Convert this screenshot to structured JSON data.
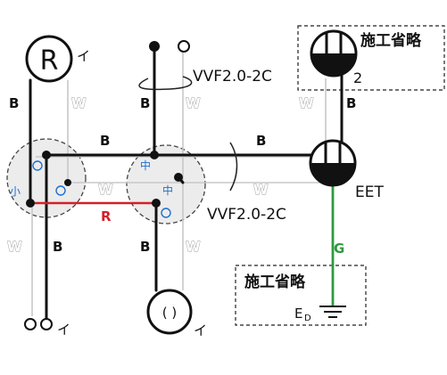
{
  "labels": {
    "lamp_symbol": "R",
    "lamp_switch_id": "イ",
    "top_cable": "VVF2.0-2C",
    "mid_cable": "VVF2.0-2C",
    "fixture_count": "2",
    "fixture_type": "EET",
    "omit_top": "施工省略",
    "omit_bottom": "施工省略",
    "ground_label": "G",
    "ground_symbol": "E",
    "ground_subscript": "D",
    "switch_id": "イ",
    "outlet_id": "イ",
    "outlet_symbol": "(  )",
    "box_left_terminal": "小",
    "box_center_terminal_top": "中",
    "box_center_terminal_mid": "中",
    "red_wire": "R"
  },
  "wire_labels": {
    "B": "B",
    "W": "W"
  },
  "colors": {
    "black_wire": "#111111",
    "white_wire": "#c8c8c8",
    "red_wire": "#d3202a",
    "green_wire": "#2e9a3f",
    "terminal_blue": "#1e6fd0",
    "box_fill": "#ececec"
  }
}
